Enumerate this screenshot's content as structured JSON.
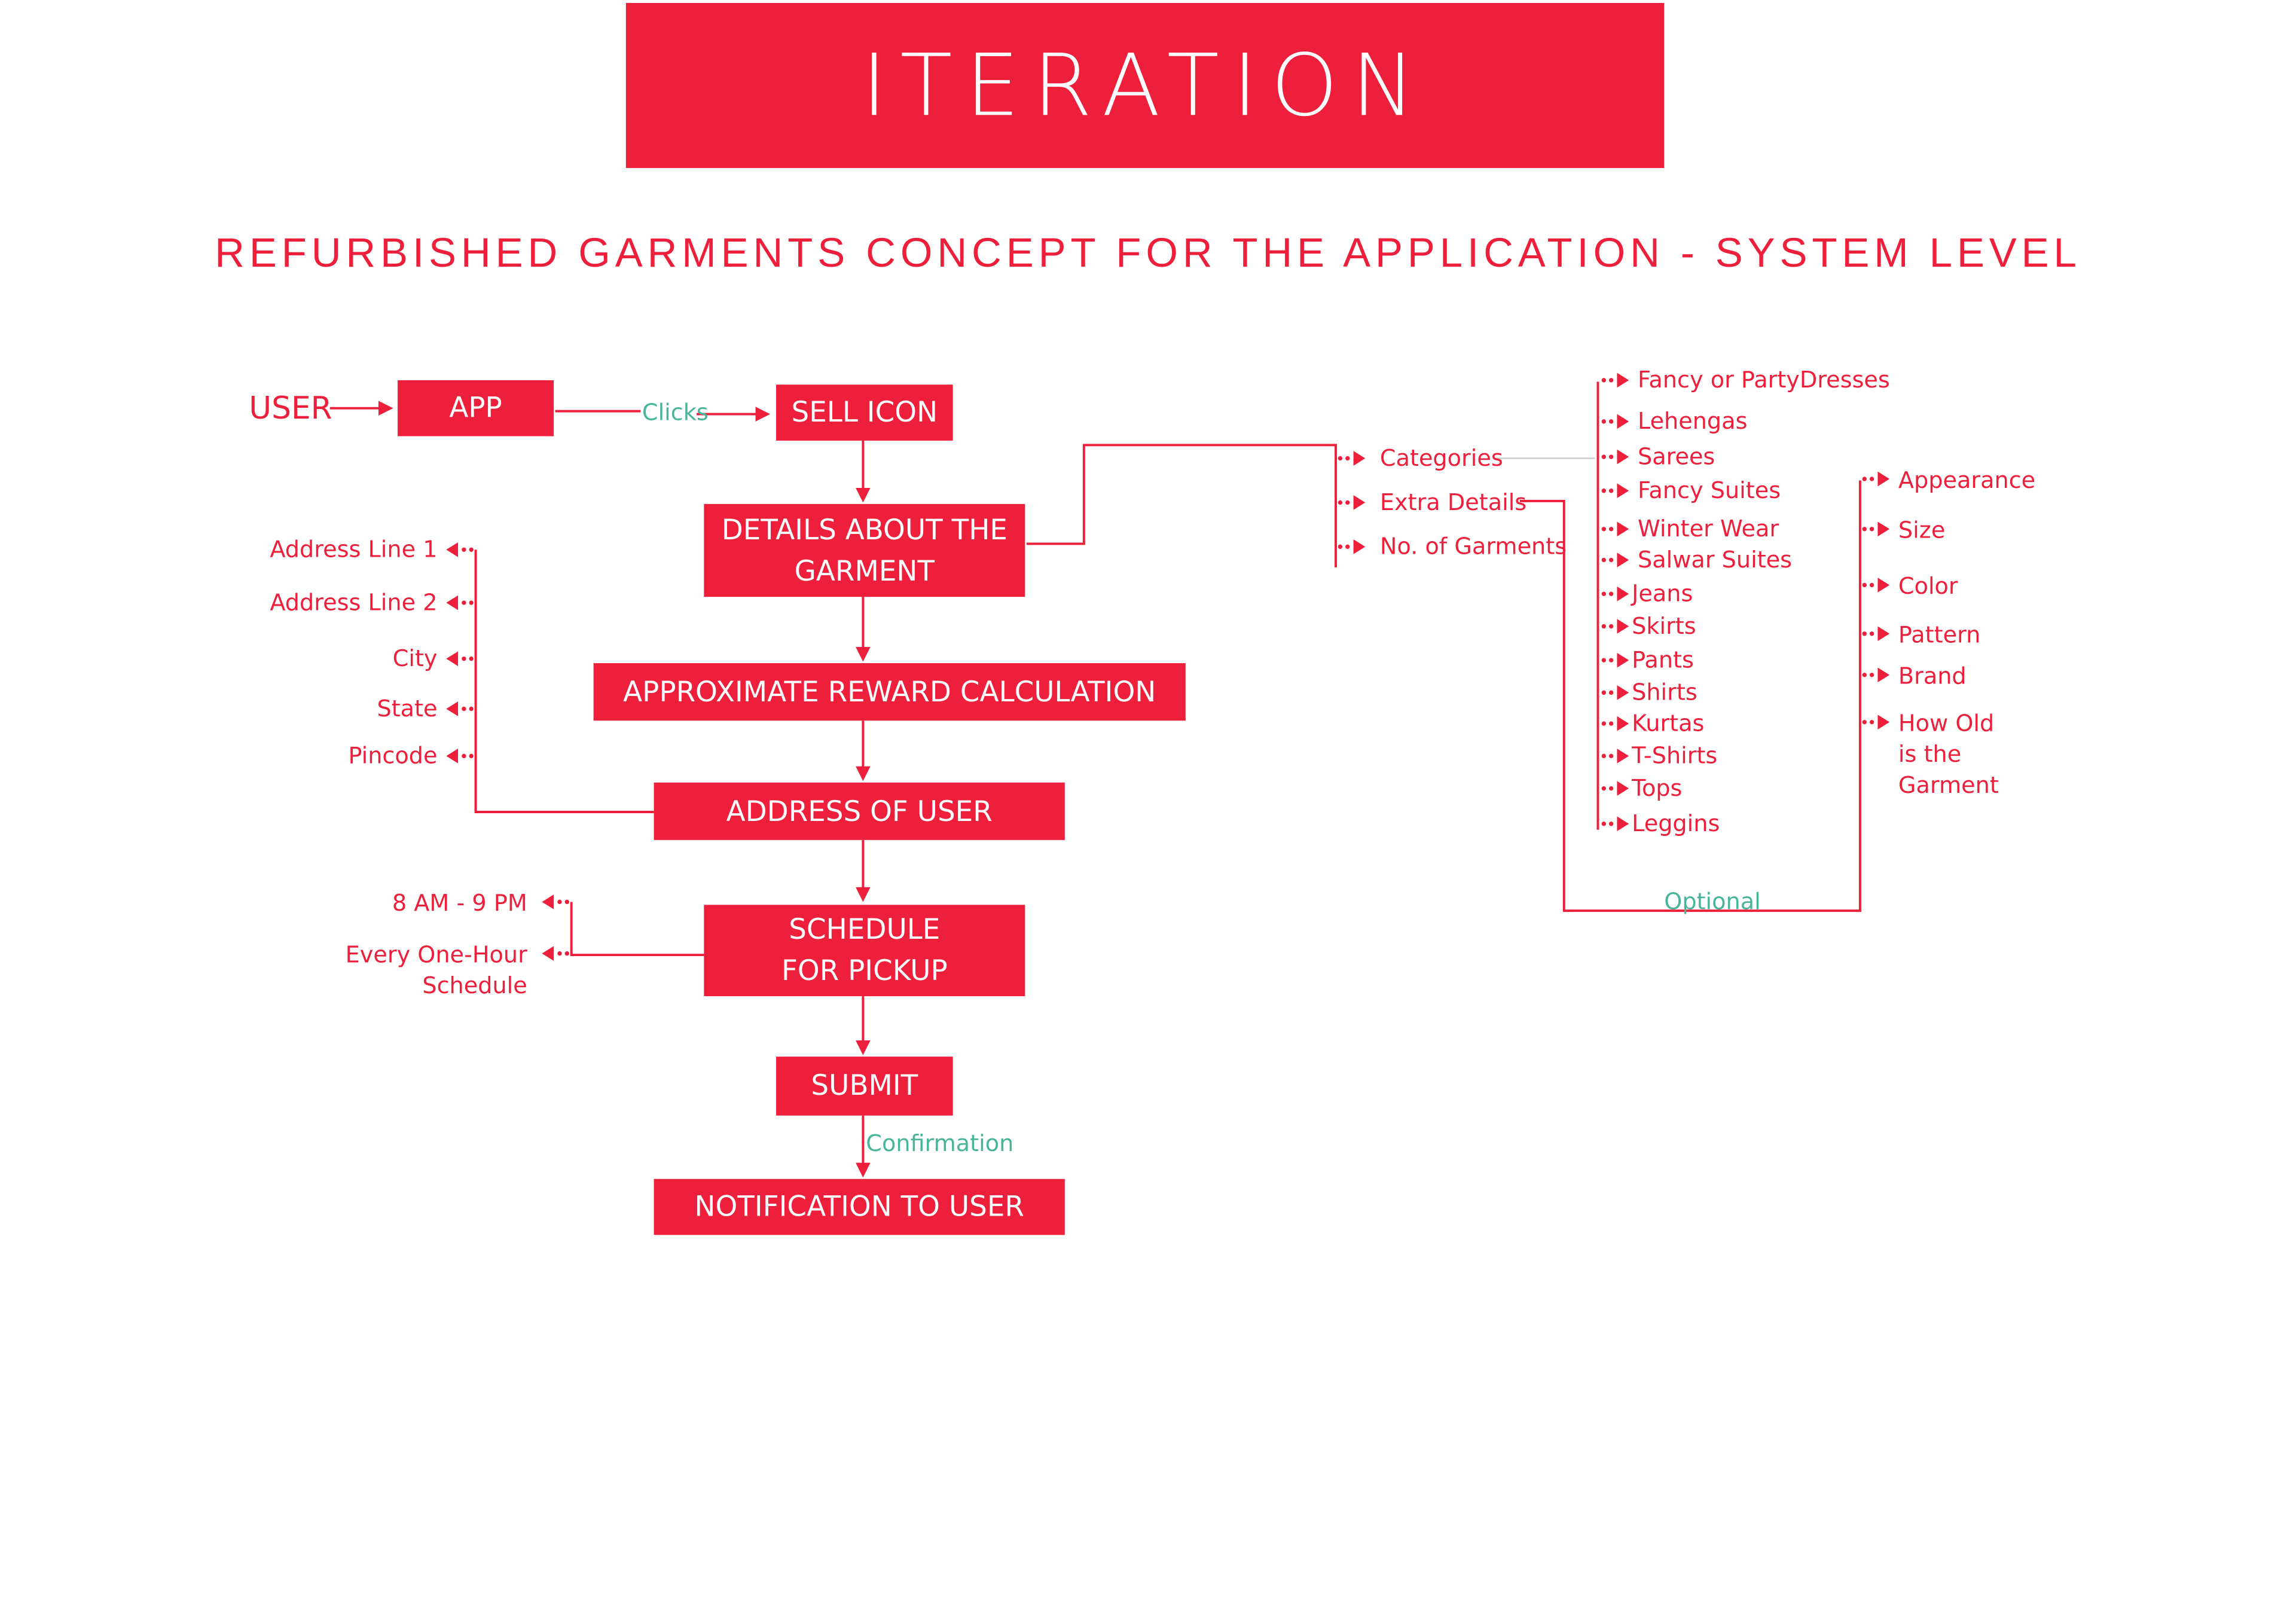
{
  "title": "ITERATION",
  "subtitle": "REFURBISHED GARMENTS CONCEPT  FOR THE APPLICATION - SYSTEM LEVEL",
  "flow": {
    "user": "USER",
    "app": "APP",
    "clicks": "Clicks",
    "sell_icon": "SELL ICON",
    "details": "DETAILS ABOUT THE\nGARMENT",
    "reward": "APPROXIMATE REWARD CALCULATION",
    "address": "ADDRESS OF USER",
    "schedule": "SCHEDULE\nFOR PICKUP",
    "submit": "SUBMIT",
    "confirmation": "Confirmation",
    "notification": "NOTIFICATION TO USER"
  },
  "address_fields": [
    "Address Line 1",
    "Address Line 2",
    "City",
    "State",
    "Pincode"
  ],
  "schedule_fields": [
    "8 AM - 9 PM",
    "Every One-Hour\nSchedule"
  ],
  "details_fields": [
    "Categories",
    "Extra Details",
    "No. of Garments"
  ],
  "categories": [
    "Fancy or PartyDresses",
    "Lehengas",
    "Sarees",
    "Fancy Suites",
    "Winter Wear",
    "Salwar Suites",
    "Jeans",
    "Skirts",
    "Pants",
    "Shirts",
    "Kurtas",
    "T-Shirts",
    "Tops",
    "Leggins"
  ],
  "extra_details": [
    "Appearance",
    "Size",
    "Color",
    "Pattern",
    "Brand",
    "How Old\nis the\nGarment"
  ],
  "optional": "Optional",
  "colors": {
    "accent": "#ee1f3b",
    "teal": "#46b59a",
    "background": "#ffffff"
  }
}
